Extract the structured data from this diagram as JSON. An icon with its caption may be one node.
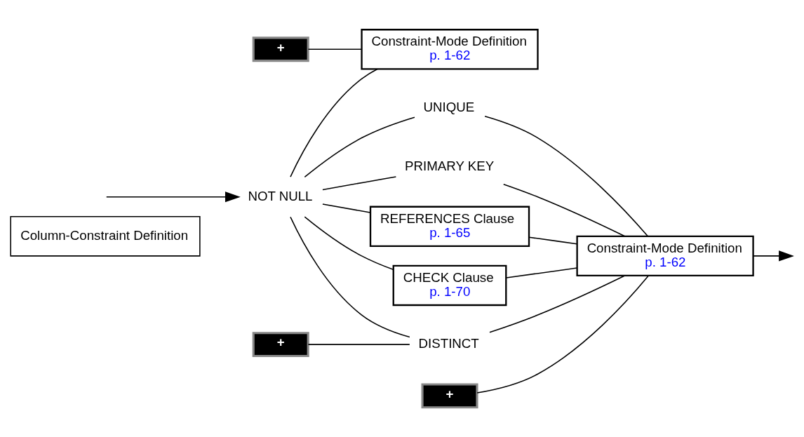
{
  "diagram": {
    "nodes": [
      {
        "text": [
          "Column-Constraint Definition"
        ]
      },
      {
        "text": [
          "NOT NULL"
        ]
      },
      {
        "text": [
          "+"
        ]
      },
      {
        "text": [
          "Constraint-Mode Definition",
          "p. 1-62"
        ]
      },
      {
        "text": [
          "UNIQUE"
        ]
      },
      {
        "text": [
          "+"
        ]
      },
      {
        "text": [
          "DISTINCT"
        ]
      },
      {
        "text": [
          "PRIMARY KEY"
        ]
      },
      {
        "text": [
          "REFERENCES Clause",
          "p. 1-65"
        ]
      },
      {
        "text": [
          "CHECK Clause",
          "p. 1-70"
        ]
      },
      {
        "text": [
          "+"
        ]
      },
      {
        "text": [
          "Constraint-Mode Definition",
          "p. 1-62"
        ]
      }
    ],
    "edges": [
      {
        "from": null,
        "to": 1,
        "arrow": "to"
      },
      {
        "from": 2,
        "to": 3,
        "arrow": "none"
      },
      {
        "from": 1,
        "to": 3,
        "arrow": "none"
      },
      {
        "from": 1,
        "to": 4,
        "arrow": "none"
      },
      {
        "from": 5,
        "to": 6,
        "arrow": "none"
      },
      {
        "from": 1,
        "to": 6,
        "arrow": "none"
      },
      {
        "from": 1,
        "to": 7,
        "arrow": "none"
      },
      {
        "from": 1,
        "to": 8,
        "arrow": "none"
      },
      {
        "from": 1,
        "to": 9,
        "arrow": "none"
      },
      {
        "from": 10,
        "to": 11,
        "arrow": "none"
      },
      {
        "from": 4,
        "to": 11,
        "arrow": "none"
      },
      {
        "from": 6,
        "to": 11,
        "arrow": "none"
      },
      {
        "from": 7,
        "to": 11,
        "arrow": "none"
      },
      {
        "from": 8,
        "to": 11,
        "arrow": "none"
      },
      {
        "from": 9,
        "to": 11,
        "arrow": "none"
      },
      {
        "from": 11,
        "to": null,
        "arrow": "to"
      }
    ]
  }
}
